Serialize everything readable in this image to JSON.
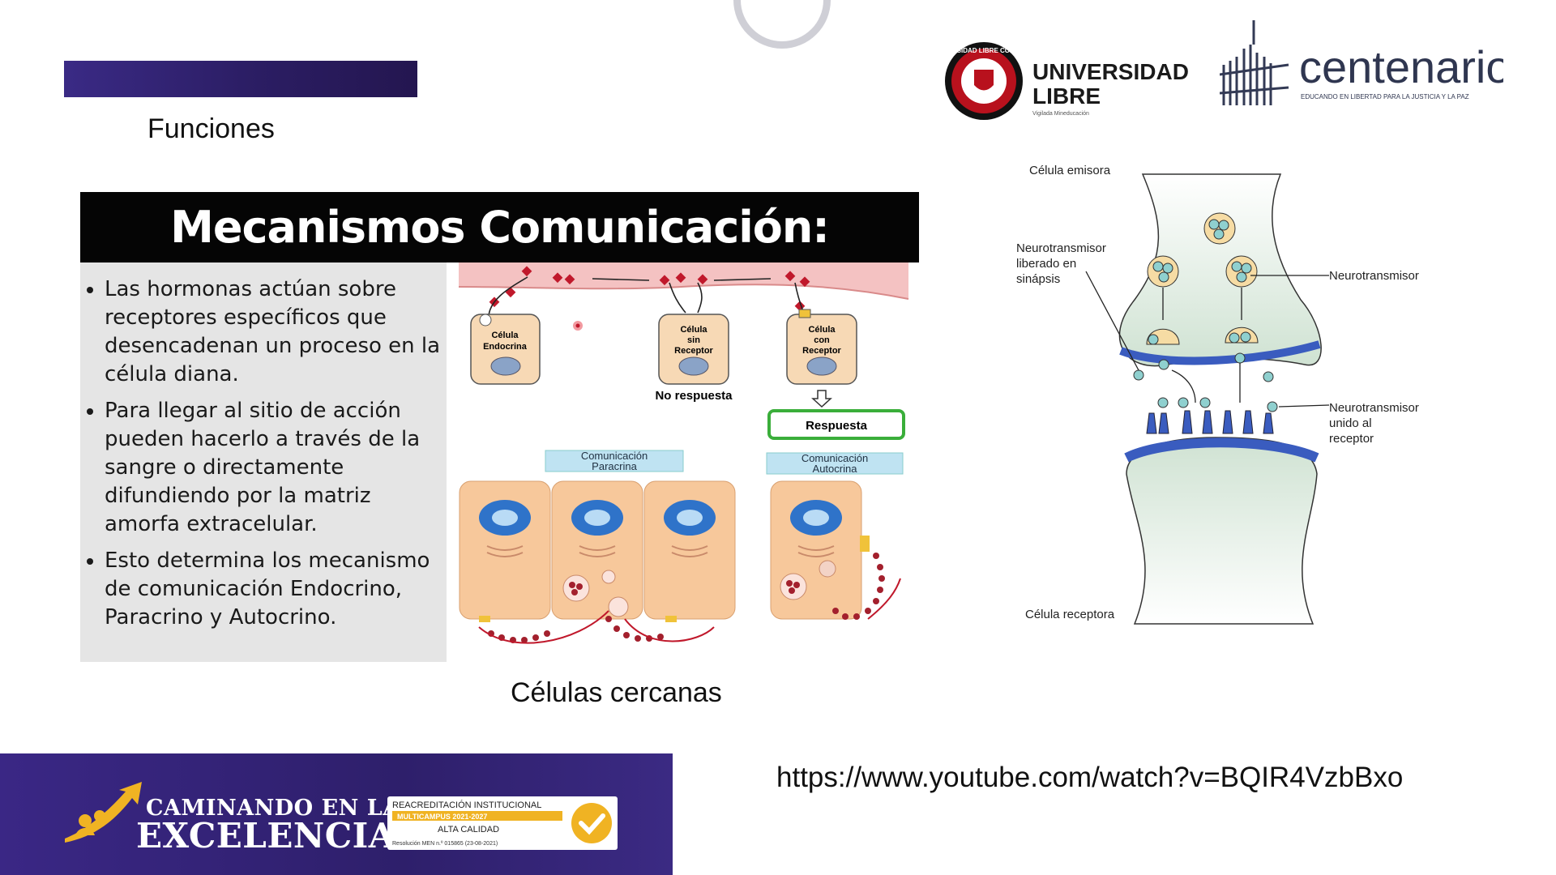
{
  "section_title": "Funciones",
  "slide": {
    "title": "Mecanismos Comunicación:",
    "bullets": [
      "Las hormonas actúan sobre receptores específicos que desencadenan un proceso en la célula diana.",
      "Para llegar al sitio de acción pueden hacerlo a través de la sangre o directamente difundiendo por la matriz amorfa extracelular.",
      "Esto determina los mecanismo de comunicación Endocrino, Paracrino y Autocrino."
    ],
    "figure": {
      "cell_endocrine": [
        "Célula",
        "Endocrina"
      ],
      "cell_no_receptor": [
        "Célula",
        "sin",
        "Receptor"
      ],
      "cell_with_receptor": [
        "Célula",
        "con",
        "Receptor"
      ],
      "no_response": "No respuesta",
      "response": "Respuesta",
      "paracrine": [
        "Comunicación",
        "Paracrina"
      ],
      "autocrine": [
        "Comunicación",
        "Autocrina"
      ]
    }
  },
  "caption": "Células cercanas",
  "logos": {
    "universidad_line1": "UNIVERSIDAD",
    "universidad_line2": "LIBRE",
    "universidad_tagline": "Vigilada Mineducación",
    "seal_text": "UNIVERSIDAD LIBRE COLOMBIA",
    "centenario": "centenario",
    "centenario_tagline": "EDUCANDO EN LIBERTAD PARA LA JUSTICIA Y LA PAZ"
  },
  "synapse": {
    "emitter": "Célula emisora",
    "released": [
      "Neurotransmisor",
      "liberado en",
      "sinápsis"
    ],
    "neurotransmitter": "Neurotransmisor",
    "bound": [
      "Neurotransmisor",
      "unido al",
      "receptor"
    ],
    "receiver": "Célula receptora"
  },
  "footer": {
    "line1": "CAMINANDO EN LA",
    "line2": "EXCELENCIA",
    "acred_line1": "REACREDITACIÓN INSTITUCIONAL",
    "acred_line2": "MULTICAMPUS 2021-2027",
    "acred_line3": "ALTA CALIDAD",
    "acred_line4": "Resolución MEN n.º 015865 (23-08-2021)"
  },
  "url": "https://www.youtube.com/watch?v=BQIR4VzbBxo",
  "colors": {
    "purple": "#2e1f6b",
    "slide_header": "#050505",
    "slide_bg": "#e5e5e5",
    "cell_fill": "#f7c89b",
    "box_blue": "#bfe3f2",
    "response_green": "#3aae3a",
    "synapse_blue": "#3a5cbf",
    "vesicle": "#8fd0cf",
    "maroon": "#a3202d",
    "gold": "#f0b323"
  }
}
